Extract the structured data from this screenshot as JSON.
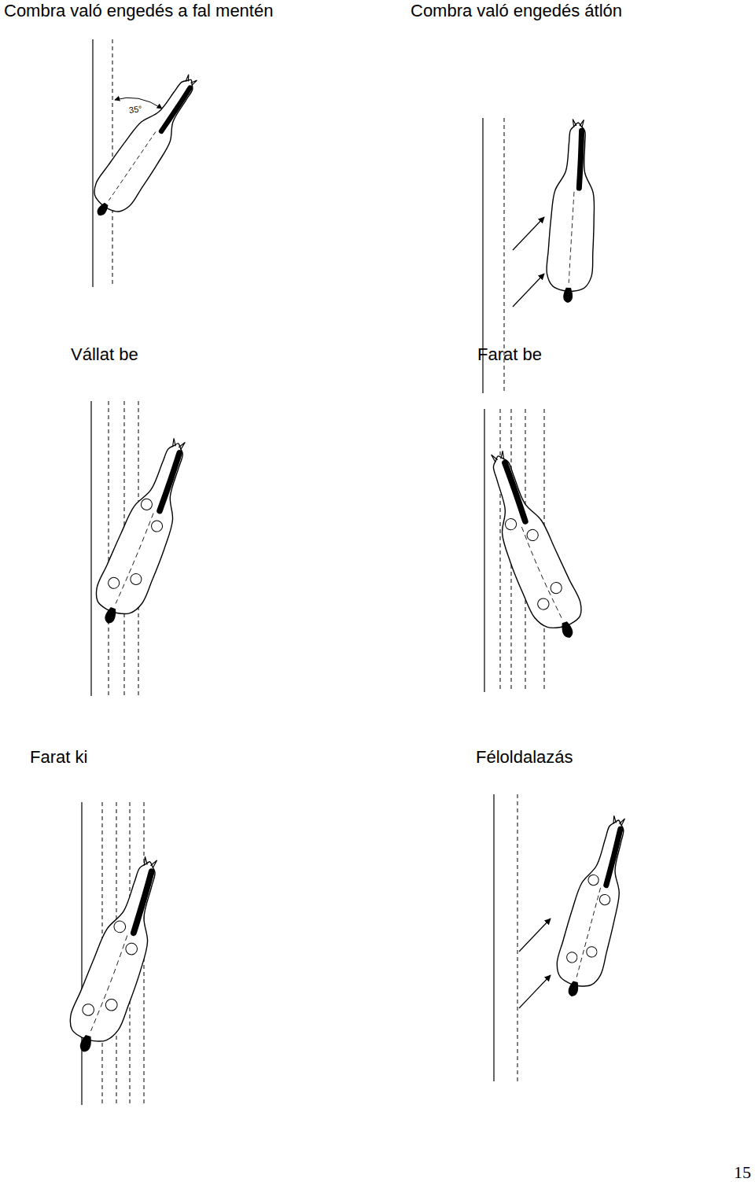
{
  "diagram": {
    "labels": [
      "Combra való engedés a fal mentén",
      "Combra való engedés átlón",
      "Vállat be",
      "Farat be",
      "Farat ki",
      "Féloldalazás",
      "35°",
      "15"
    ]
  }
}
